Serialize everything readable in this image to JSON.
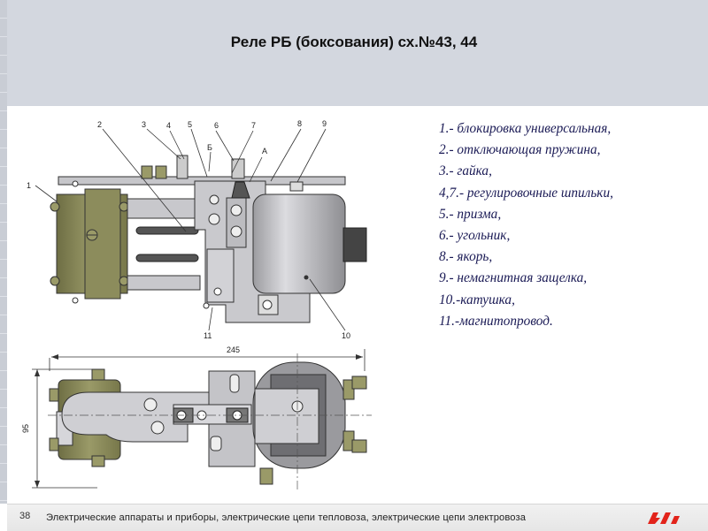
{
  "slide": {
    "title": "Реле РБ (боксования) сх.№43, 44",
    "legend": [
      "1.- блокировка универсальная,",
      "2.- отключающая пружина,",
      "3.- гайка,",
      "4,7.- регулировочные шпильки,",
      "5.- призма,",
      "6.- угольник,",
      "8.- якорь,",
      "9.- немагнитная защелка,",
      "10.-катушка,",
      "11.-магнитопровод."
    ],
    "callouts": [
      "1",
      "2",
      "3",
      "4",
      "5",
      "6",
      "7",
      "8",
      "9",
      "10",
      "11",
      "Б",
      "А"
    ],
    "dimensions": {
      "width": "245",
      "height": "95"
    }
  },
  "footer": {
    "page_number": "38",
    "text": "Электрические аппараты и приборы, электрические цепи тепловоза, электрические цепи электровоза",
    "logo_text": "РЖД"
  },
  "colors": {
    "header_bg": "#d3d7df",
    "olive": "#8a8a5a",
    "metal": "#c8c8cc",
    "coil": "#b8b8bc",
    "legend_text": "#1a1a55",
    "logo_red": "#e2231a"
  }
}
